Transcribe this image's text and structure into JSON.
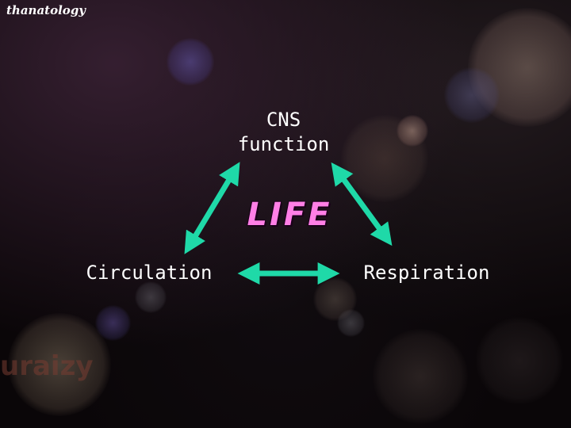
{
  "header": {
    "tag": "thanatology"
  },
  "diagram": {
    "center": "LIFE",
    "nodes": {
      "cns": "CNS\nfunction",
      "circulation": "Circulation",
      "respiration": "Respiration"
    },
    "arrow_color": "#1fd9a8",
    "center_color": "#ff7fe6"
  },
  "watermark": "uraizy"
}
